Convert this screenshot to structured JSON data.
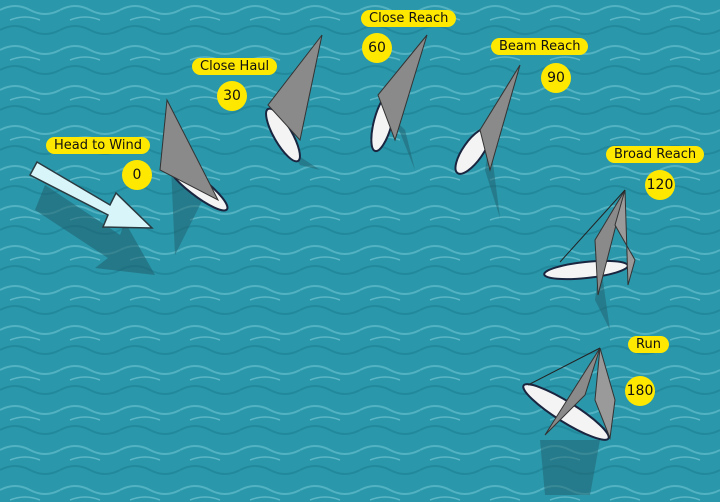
{
  "points_of_sail": [
    {
      "label": "Head to Wind",
      "angle": "0"
    },
    {
      "label": "Close Haul",
      "angle": "30"
    },
    {
      "label": "Close Reach",
      "angle": "60"
    },
    {
      "label": "Beam Reach",
      "angle": "90"
    },
    {
      "label": "Broad Reach",
      "angle": "120"
    },
    {
      "label": "Run",
      "angle": "180"
    }
  ],
  "colors": {
    "water": "#2a97aa",
    "label_bg": "#ffe800",
    "sail": "#8a8a8a",
    "wind_arrow": "#d8f6fa"
  },
  "icons": {
    "wind": "wind-direction-arrow-icon",
    "boat": "sailboat-icon"
  }
}
